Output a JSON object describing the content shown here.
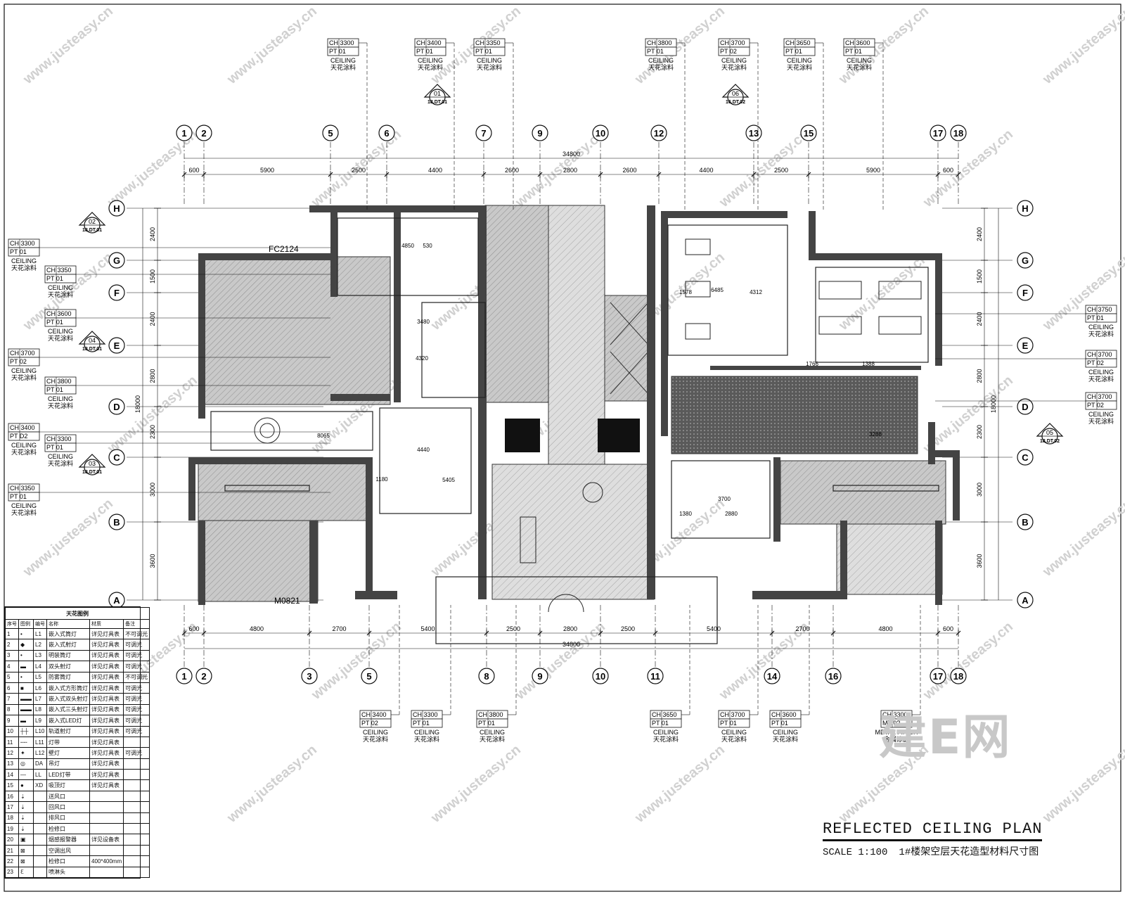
{
  "plan": {
    "title": "REFLECTED CEILING PLAN",
    "scale": "SCALE 1:100",
    "subtitle": "1#楼架空层天花造型材料尺寸图"
  },
  "top_tags": [
    {
      "ch": "CH 3300",
      "pt": "PT 01",
      "t1": "CEILING",
      "t2": "天花涂料"
    },
    {
      "ch": "CH 3400",
      "pt": "PT 01",
      "t1": "CEILING",
      "t2": "天花涂料"
    },
    {
      "ch": "CH 3350",
      "pt": "PT 01",
      "t1": "CEILING",
      "t2": "天花涂料"
    },
    {
      "ch": "CH 3800",
      "pt": "PT 01",
      "t1": "CEILING",
      "t2": "天花涂料"
    },
    {
      "ch": "CH 3700",
      "pt": "PT 02",
      "t1": "CEILING",
      "t2": "天花涂料"
    },
    {
      "ch": "CH 3650",
      "pt": "PT 01",
      "t1": "CEILING",
      "t2": "天花涂料"
    },
    {
      "ch": "CH 3600",
      "pt": "PT 01",
      "t1": "CEILING",
      "t2": "天花涂料"
    }
  ],
  "bottom_tags": [
    {
      "ch": "CH 3400",
      "pt": "PT 02",
      "t1": "CEILING",
      "t2": "天花涂料"
    },
    {
      "ch": "CH 3300",
      "pt": "PT 01",
      "t1": "CEILING",
      "t2": "天花涂料"
    },
    {
      "ch": "CH 3800",
      "pt": "PT 01",
      "t1": "CEILING",
      "t2": "天花涂料"
    },
    {
      "ch": "CH 3650",
      "pt": "PT 01",
      "t1": "CEILING",
      "t2": "天花涂料"
    },
    {
      "ch": "CH 3700",
      "pt": "PT 01",
      "t1": "CEILING",
      "t2": "天花涂料"
    },
    {
      "ch": "CH 3600",
      "pt": "PT 01",
      "t1": "CEILING",
      "t2": "天花涂料"
    },
    {
      "ch": "CH 3300",
      "pt": "MT 02",
      "t1": "METAL FINISH",
      "t2": "金属涂面"
    }
  ],
  "left_tags": [
    {
      "ch": "CH 3300",
      "pt": "PT 01",
      "t1": "CEILING",
      "t2": "天花涂料"
    },
    {
      "ch": "CH 3350",
      "pt": "PT 01",
      "t1": "CEILING",
      "t2": "天花涂料"
    },
    {
      "ch": "CH 3600",
      "pt": "PT 01",
      "t1": "CEILING",
      "t2": "天花涂料"
    },
    {
      "ch": "CH 3700",
      "pt": "PT 02",
      "t1": "CEILING",
      "t2": "天花涂料"
    },
    {
      "ch": "CH 3800",
      "pt": "PT 01",
      "t1": "CEILING",
      "t2": "天花涂料"
    },
    {
      "ch": "CH 3400",
      "pt": "PT D2",
      "t1": "CEILING",
      "t2": "天花涂料"
    },
    {
      "ch": "CH 3300",
      "pt": "PT 01",
      "t1": "CEILING",
      "t2": "天花涂料"
    },
    {
      "ch": "CH 3350",
      "pt": "PT 01",
      "t1": "CEILING",
      "t2": "天花涂料"
    }
  ],
  "right_tags": [
    {
      "ch": "CH 3750",
      "pt": "PT 01",
      "t1": "CEILING",
      "t2": "天花涂料"
    },
    {
      "ch": "CH 3700",
      "pt": "PT 02",
      "t1": "CEILING",
      "t2": "天花涂料"
    },
    {
      "ch": "CH 3700",
      "pt": "PT 02",
      "t1": "CEILING",
      "t2": "天花涂料"
    }
  ],
  "section_marks": [
    {
      "num": "01",
      "ref": "18.DT.01"
    },
    {
      "num": "06",
      "ref": "16.DT.02"
    },
    {
      "num": "02",
      "ref": "18.DT.01"
    },
    {
      "num": "04",
      "ref": "18.DT.01"
    },
    {
      "num": "03",
      "ref": "18.DT.01"
    },
    {
      "num": "05",
      "ref": "18.DT.02"
    }
  ],
  "grid_top": [
    "1",
    "2",
    "5",
    "6",
    "7",
    "9",
    "10",
    "12",
    "13",
    "15",
    "17",
    "18"
  ],
  "grid_bottom": [
    "1",
    "2",
    "3",
    "5",
    "8",
    "9",
    "10",
    "11",
    "14",
    "16",
    "17",
    "18"
  ],
  "grid_rows": [
    "H",
    "G",
    "F",
    "E",
    "D",
    "C",
    "B",
    "A"
  ],
  "dims_top": [
    "600",
    "5900",
    "2500",
    "4400",
    "2600",
    "2800",
    "2600",
    "4400",
    "2500",
    "5900",
    "600"
  ],
  "dims_top_total": "34800",
  "dims_bottom": [
    "600",
    "4800",
    "2700",
    "5400",
    "2500",
    "2800",
    "2500",
    "5400",
    "2700",
    "4800",
    "600"
  ],
  "dims_bottom_total": "34800",
  "dims_left": [
    "2400",
    "1500",
    "2400",
    "2800",
    "2300",
    "3000",
    "3600"
  ],
  "dims_left_total": "18000",
  "dims_right": [
    "2400",
    "1500",
    "2400",
    "2800",
    "2300",
    "3000",
    "3600"
  ],
  "dims_right_total": "18000",
  "room_labels": {
    "fc": "FC2124",
    "mo": "M0821",
    "inner": [
      "4850",
      "530",
      "3480",
      "4320",
      "8065",
      "4440",
      "1180",
      "5405",
      "1578",
      "6485",
      "4312",
      "1766",
      "1388",
      "3288",
      "1380",
      "2880",
      "3700"
    ]
  },
  "legend": {
    "title": "天花图例",
    "headers": [
      "序号",
      "图例",
      "编号",
      "名称",
      "材质",
      "备注"
    ],
    "rows": [
      {
        "n": "1",
        "c": "L1",
        "name": "嵌入式筒灯",
        "mat": "详见灯具表",
        "note": "不可调光"
      },
      {
        "n": "2",
        "c": "L2",
        "name": "嵌入式射灯",
        "mat": "详见灯具表",
        "note": "可调光"
      },
      {
        "n": "3",
        "c": "L3",
        "name": "明装筒灯",
        "mat": "详见灯具表",
        "note": "可调光"
      },
      {
        "n": "4",
        "c": "L4",
        "name": "双头射灯",
        "mat": "详见灯具表",
        "note": "可调光"
      },
      {
        "n": "5",
        "c": "L5",
        "name": "防雾筒灯",
        "mat": "详见灯具表",
        "note": "不可调光"
      },
      {
        "n": "6",
        "c": "L6",
        "name": "嵌入式方形筒灯",
        "mat": "详见灯具表",
        "note": "可调光"
      },
      {
        "n": "7",
        "c": "L7",
        "name": "嵌入式双头射灯",
        "mat": "详见灯具表",
        "note": "可调光"
      },
      {
        "n": "8",
        "c": "L8",
        "name": "嵌入式三头射灯",
        "mat": "详见灯具表",
        "note": "可调光"
      },
      {
        "n": "9",
        "c": "L9",
        "name": "嵌入式LED灯",
        "mat": "详见灯具表",
        "note": "可调光"
      },
      {
        "n": "10",
        "c": "L10",
        "name": "轨道射灯",
        "mat": "详见灯具表",
        "note": "可调光"
      },
      {
        "n": "11",
        "c": "L11",
        "name": "灯带",
        "mat": "详见灯具表",
        "note": ""
      },
      {
        "n": "12",
        "c": "L12",
        "name": "壁灯",
        "mat": "详见灯具表",
        "note": "可调光"
      },
      {
        "n": "13",
        "c": "DA",
        "name": "吊灯",
        "mat": "详见灯具表",
        "note": ""
      },
      {
        "n": "14",
        "c": "LL",
        "name": "LED灯带",
        "mat": "详见灯具表",
        "note": ""
      },
      {
        "n": "15",
        "c": "XD",
        "name": "吸顶灯",
        "mat": "详见灯具表",
        "note": ""
      },
      {
        "n": "16",
        "c": "",
        "name": "送风口",
        "mat": "",
        "note": ""
      },
      {
        "n": "17",
        "c": "",
        "name": "回风口",
        "mat": "",
        "note": ""
      },
      {
        "n": "18",
        "c": "",
        "name": "排风口",
        "mat": "",
        "note": ""
      },
      {
        "n": "19",
        "c": "",
        "name": "检修口",
        "mat": "",
        "note": ""
      },
      {
        "n": "20",
        "c": "",
        "name": "烟感报警器",
        "mat": "详见设备表",
        "note": ""
      },
      {
        "n": "21",
        "c": "",
        "name": "空调出风",
        "mat": "",
        "note": ""
      },
      {
        "n": "22",
        "c": "",
        "name": "检修口",
        "mat": "400*400mm",
        "note": ""
      },
      {
        "n": "23",
        "c": "",
        "name": "喷淋头",
        "mat": "",
        "note": ""
      }
    ]
  },
  "brand": "建E网",
  "watermark": "www.justeasy.cn"
}
